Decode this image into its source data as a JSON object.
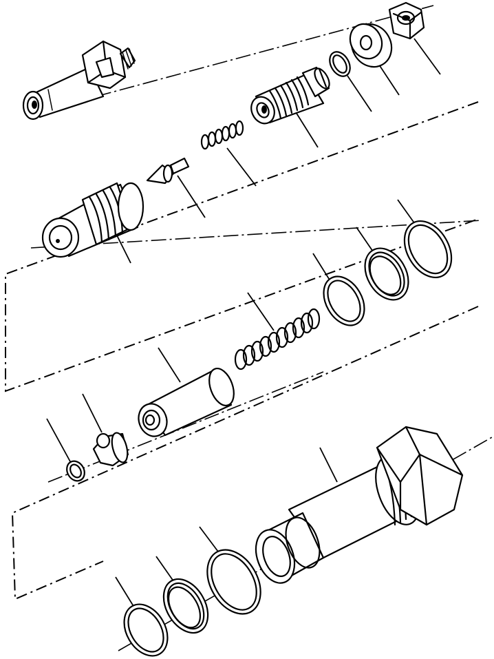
{
  "diagram": {
    "type": "exploded-assembly",
    "colors": {
      "line": "#000000",
      "background": "#ffffff"
    },
    "parts": [
      {
        "id": "pilot-valve-body",
        "icon": "threaded-plug"
      },
      {
        "id": "nut",
        "icon": "hex-nut"
      },
      {
        "id": "washer-top",
        "icon": "washer"
      },
      {
        "id": "o-ring-top",
        "icon": "o-ring"
      },
      {
        "id": "adjusting-screw",
        "icon": "threaded-sleeve"
      },
      {
        "id": "pilot-spring",
        "icon": "coil-spring"
      },
      {
        "id": "pilot-poppet",
        "icon": "needle-poppet"
      },
      {
        "id": "pilot-seat",
        "icon": "stepped-seat"
      },
      {
        "id": "main-spring",
        "icon": "coil-spring"
      },
      {
        "id": "backup-ring-mid",
        "icon": "flat-ring"
      },
      {
        "id": "o-ring-mid-a",
        "icon": "o-ring"
      },
      {
        "id": "o-ring-mid-b",
        "icon": "o-ring"
      },
      {
        "id": "main-poppet",
        "icon": "piston"
      },
      {
        "id": "seat-small",
        "icon": "cone-seat"
      },
      {
        "id": "snap-ring",
        "icon": "small-ring"
      },
      {
        "id": "sleeve-body",
        "icon": "hex-sleeve"
      },
      {
        "id": "o-ring-low-a",
        "icon": "o-ring"
      },
      {
        "id": "backup-ring-low",
        "icon": "flat-ring"
      },
      {
        "id": "o-ring-low-b",
        "icon": "o-ring"
      }
    ]
  }
}
